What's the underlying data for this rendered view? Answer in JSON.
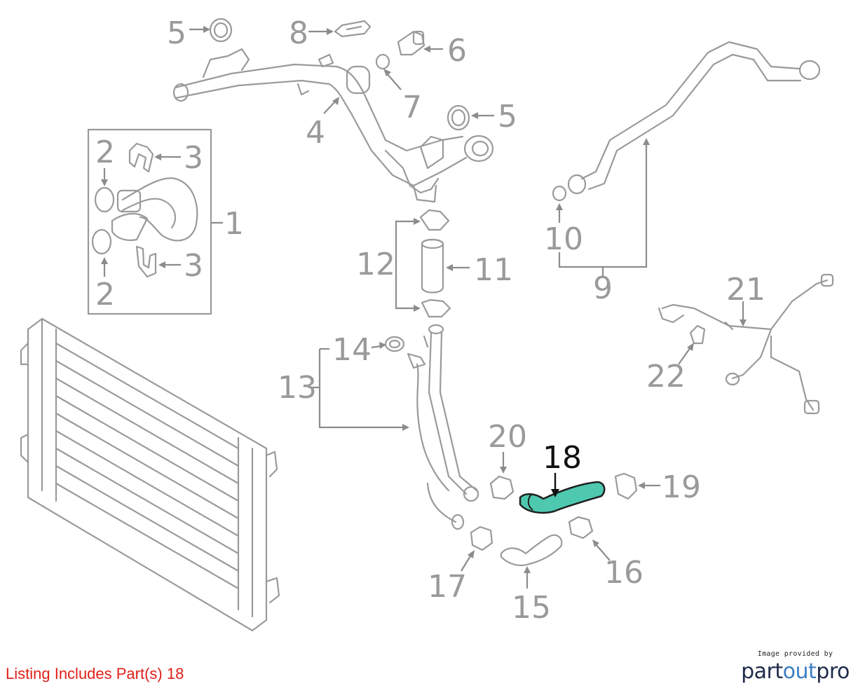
{
  "diagram": {
    "callouts": {
      "c1": "1",
      "c2a": "2",
      "c2b": "2",
      "c3a": "3",
      "c3b": "3",
      "c4": "4",
      "c5a": "5",
      "c5b": "5",
      "c6": "6",
      "c7": "7",
      "c8": "8",
      "c9": "9",
      "c10": "10",
      "c11": "11",
      "c12": "12",
      "c13": "13",
      "c14": "14",
      "c15": "15",
      "c16": "16",
      "c17": "17",
      "c18": "18",
      "c19": "19",
      "c20": "20",
      "c21": "21",
      "c22": "22"
    },
    "highlight_color": "#4ec9b0"
  },
  "footer": {
    "note": "Listing Includes Part(s) 18",
    "note_color": "#e0201b"
  },
  "credit": {
    "small": "Image provided by",
    "brand_part": "part",
    "brand_out": "out",
    "brand_pro": "pro",
    "colors": {
      "dark": "#1f2b4a",
      "blue": "#3d7fc1"
    }
  }
}
